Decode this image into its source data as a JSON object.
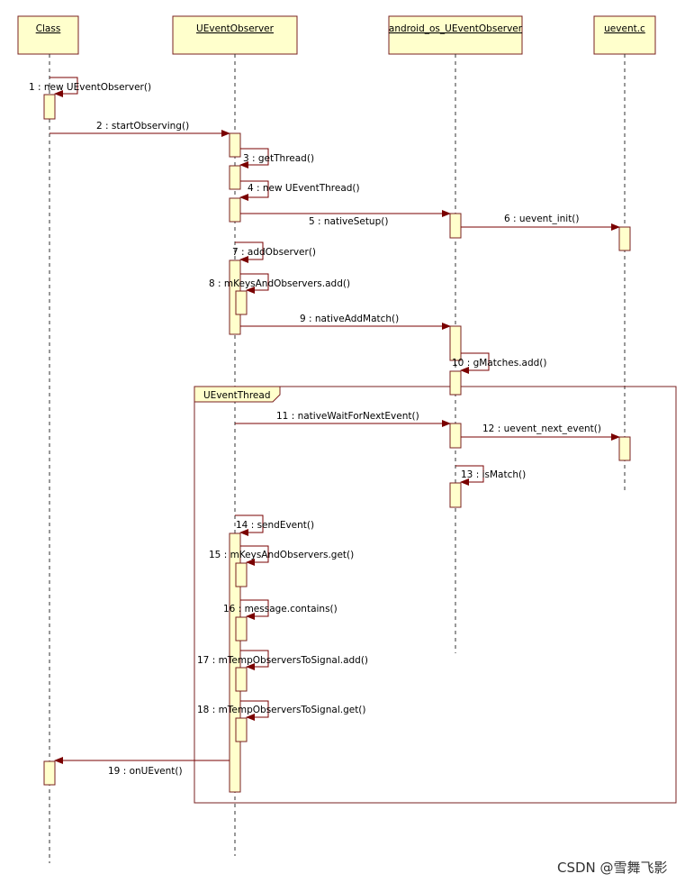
{
  "participants": [
    "Class",
    "UEventObserver",
    "android_os_UEventObserver",
    "uevent.c"
  ],
  "frame_label": "UEventThread",
  "messages": [
    "1 : new UEventObserver()",
    "2 : startObserving()",
    "3 : getThread()",
    "4 : new UEventThread()",
    "5 : nativeSetup()",
    "6 : uevent_init()",
    "7 : addObserver()",
    "8 : mKeysAndObservers.add()",
    "9 : nativeAddMatch()",
    "10 : gMatches.add()",
    "11 : nativeWaitForNextEvent()",
    "12 : uevent_next_event()",
    "13 : isMatch()",
    "14 : sendEvent()",
    "15 : mKeysAndObservers.get()",
    "16 : message.contains()",
    "17 : mTempObserversToSignal.add()",
    "18 : mTempObserversToSignal.get()",
    "19 : onUEvent()"
  ],
  "watermark": "CSDN @雪舞飞影",
  "colors": {
    "box_fill": "#ffffcc",
    "box_stroke": "#7a2020",
    "arrow": "#7a0000",
    "lifeline": "#333333"
  }
}
